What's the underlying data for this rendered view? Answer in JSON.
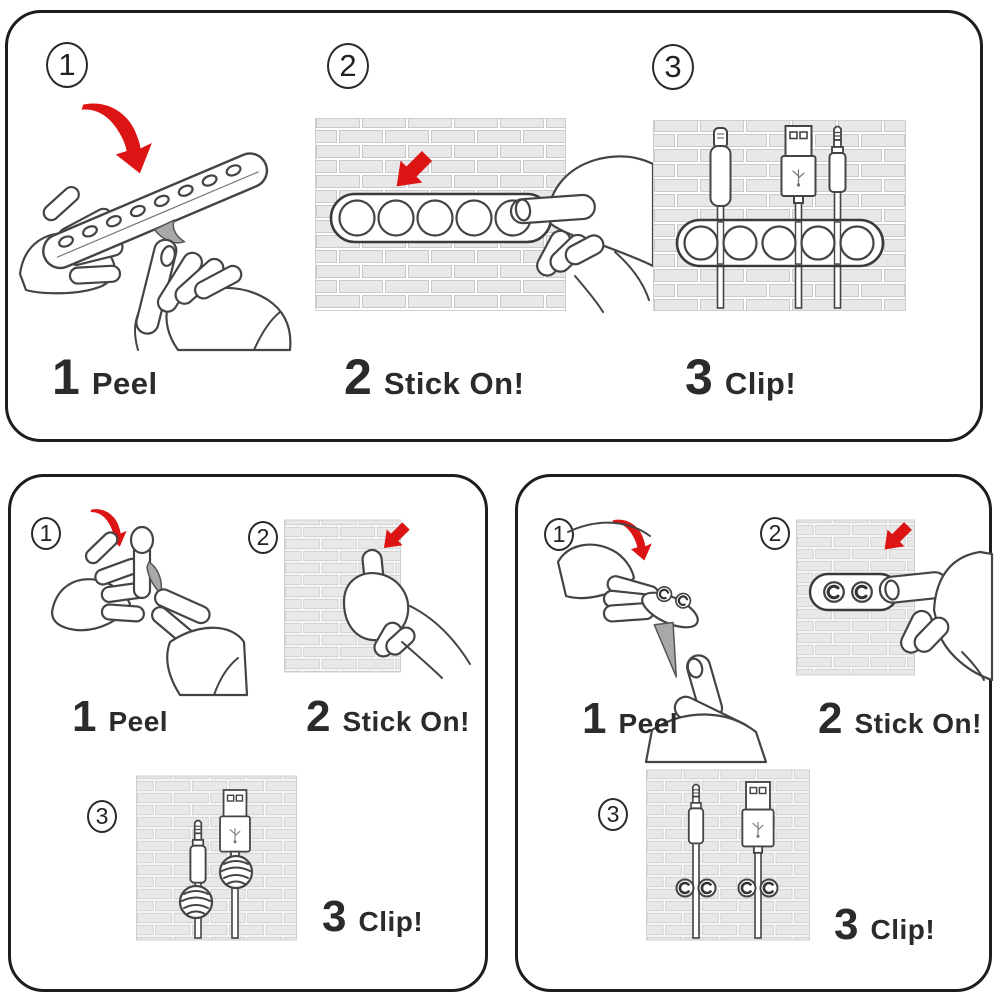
{
  "colors": {
    "accent_red": "#dd1414",
    "ink": "#2b2b2b",
    "line": "#444444",
    "panel_border": "#1d1d1d",
    "brick_fill": "#e8e8e8",
    "brick_line": "#c9c9c9",
    "flap_gray": "#a8a8a8",
    "background": "#ffffff"
  },
  "icons": {
    "red-arrow-straight": "thick red arrow pointing down-left",
    "red-arrow-curved": "curved red swoosh arrow",
    "usb-a-connector": "USB-A plug front view",
    "lightning-connector": "Lightning plug",
    "aux-connector": "3.5mm audio jack plug",
    "cable-clip": "C-shaped cable clip",
    "cable-clip-strip": "adhesive strip with five cable clips",
    "grip-clip": "round gripper cable clip",
    "brick-wall": "light gray brick wall",
    "hand": "line-art hand"
  },
  "panels": [
    {
      "id": "top",
      "badges": [
        "1",
        "2",
        "3"
      ],
      "steps": [
        {
          "num": "1",
          "label": "Peel"
        },
        {
          "num": "2",
          "label": "Stick On!"
        },
        {
          "num": "3",
          "label": "Clip!"
        }
      ]
    },
    {
      "id": "bottom-left",
      "badges": [
        "1",
        "2",
        "3"
      ],
      "steps": [
        {
          "num": "1",
          "label": "Peel"
        },
        {
          "num": "2",
          "label": "Stick On!"
        },
        {
          "num": "3",
          "label": "Clip!"
        }
      ]
    },
    {
      "id": "bottom-right",
      "badges": [
        "1",
        "2",
        "3"
      ],
      "steps": [
        {
          "num": "1",
          "label": "Peel"
        },
        {
          "num": "2",
          "label": "Stick On!"
        },
        {
          "num": "3",
          "label": "Clip!"
        }
      ]
    }
  ]
}
